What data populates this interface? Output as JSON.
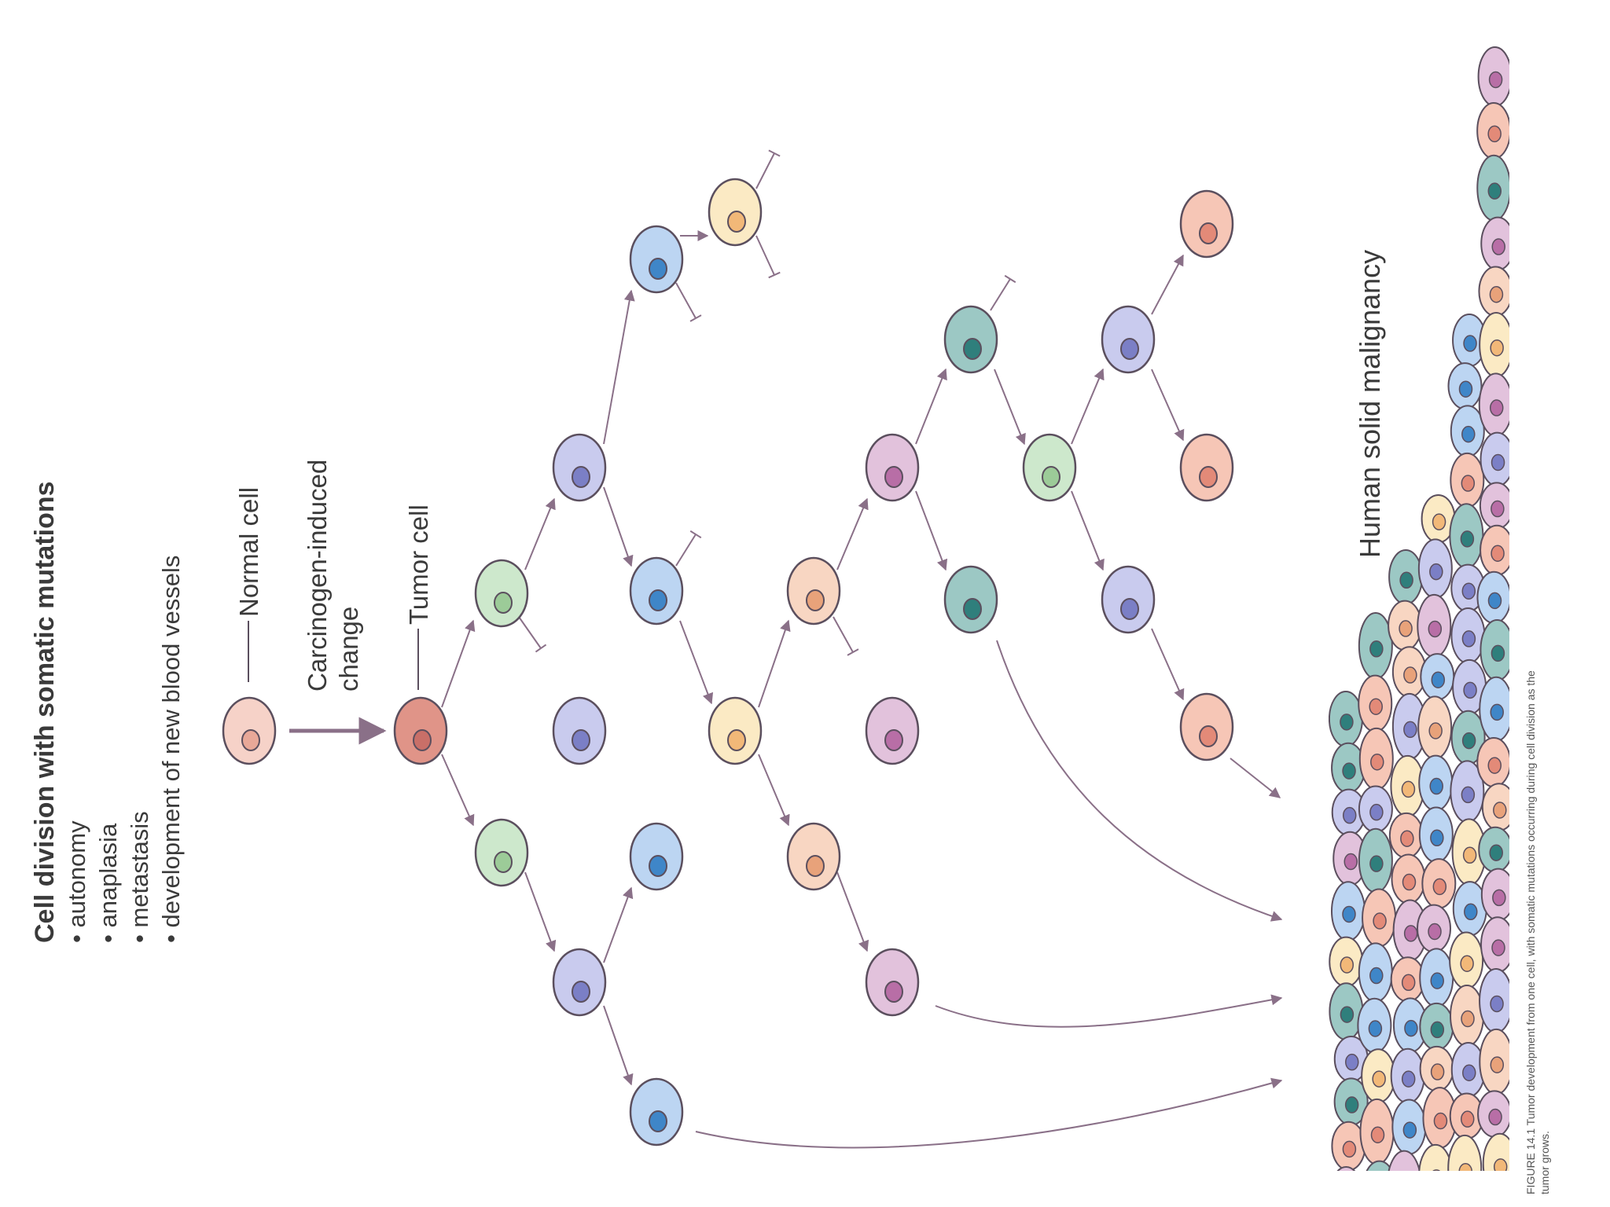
{
  "heading": {
    "title": "Cell division with somatic mutations",
    "bullets": [
      "autonomy",
      "anaplasia",
      "metastasis",
      "development of new blood vessels"
    ]
  },
  "labels": {
    "normal_cell": "Normal cell",
    "change_line1": "Carcinogen-induced",
    "change_line2": "change",
    "tumor_cell": "Tumor cell",
    "malignancy": "Human solid malignancy"
  },
  "caption": {
    "line1": "FIGURE 14.1  Tumor development from one cell, with somatic mutations occurring during cell division as the",
    "line2": "tumor grows."
  },
  "colors": {
    "outline": "#5b4f5e",
    "arrow": "#8a7088",
    "text": "#3a3a3a",
    "normal": [
      "#f6d2c8",
      "#e8a898"
    ],
    "tumor": [
      "#e09488",
      "#c96f68"
    ],
    "green": [
      "#cde8cc",
      "#9ccb98"
    ],
    "lavender": [
      "#c9cbee",
      "#7b7fc6"
    ],
    "blue": [
      "#bcd5f2",
      "#3f86c8"
    ],
    "cream": [
      "#fbeac4",
      "#f2b878"
    ],
    "peach": [
      "#f8d6c2",
      "#e8a27a"
    ],
    "pink": [
      "#e2c2dc",
      "#b86ea6"
    ],
    "teal": [
      "#9cc8c4",
      "#2f7f7c"
    ],
    "salmon": [
      "#f6c6b6",
      "#e38a78"
    ]
  }
}
